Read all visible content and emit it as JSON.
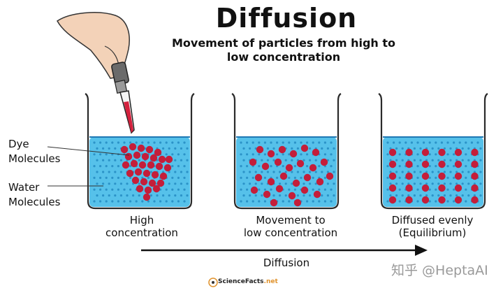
{
  "title": "Diffusion",
  "subtitle_line1": "Movement of particles from high to",
  "subtitle_line2": "low concentration",
  "labels": {
    "dye": "Dye\nMolecules",
    "water": "Water\nMolecules"
  },
  "beakers": [
    {
      "caption_line1": "High",
      "caption_line2": "concentration"
    },
    {
      "caption_line1": "Movement to",
      "caption_line2": "low concentration"
    },
    {
      "caption_line1": "Diffused evenly",
      "caption_line2": "(Equilibrium)"
    }
  ],
  "arrow_label": "Diffusion",
  "logo_text": "ScienceFacts",
  "logo_suffix": ".net",
  "watermark": "知乎 @HeptaAI",
  "colors": {
    "water": "#56c1ea",
    "water_dot": "#2b93c8",
    "dye": "#c41e3a",
    "glass": "#2a2a2a"
  }
}
